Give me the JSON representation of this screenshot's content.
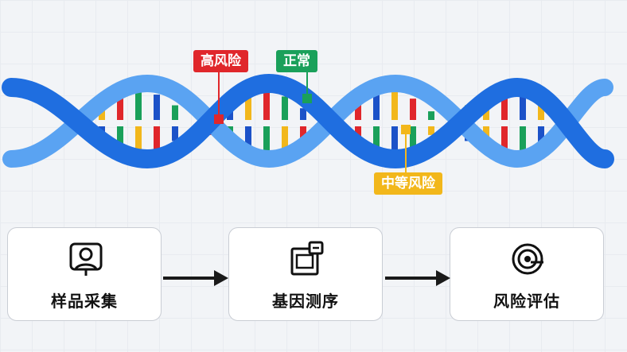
{
  "labels": {
    "high_risk": "高风险",
    "normal": "正常",
    "medium_risk": "中等风险"
  },
  "steps": [
    {
      "label": "样品采集",
      "icon": "sample-collection-icon"
    },
    {
      "label": "基因测序",
      "icon": "gene-sequencing-icon"
    },
    {
      "label": "风险评估",
      "icon": "risk-assessment-icon"
    }
  ],
  "colors": {
    "strand_front": "#1f6ee0",
    "strand_back": "#5aa3f2",
    "high": "#e0272b",
    "normal": "#1aa05a",
    "medium": "#f2b71b",
    "base_blue": "#1c52c8"
  }
}
